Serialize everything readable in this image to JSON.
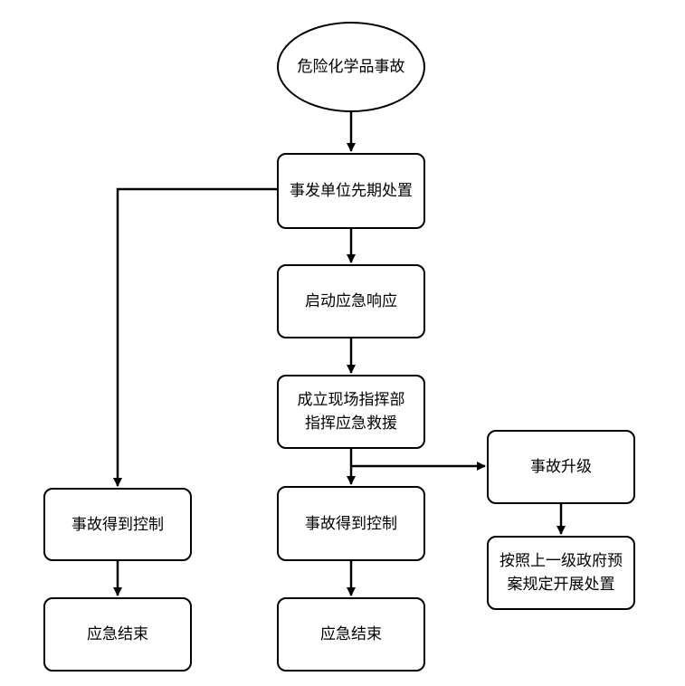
{
  "nodes": {
    "start": "危险化学品事故",
    "initial_response": "事发单位先期处置",
    "launch_response": "启动应急响应",
    "command_line1": "成立现场指挥部",
    "command_line2": "指挥应急救援",
    "upgrade": "事故升级",
    "controlled_left": "事故得到控制",
    "controlled_center": "事故得到控制",
    "gov_plan_line1": "按照上一级政府预",
    "gov_plan_line2": "案规定开展处置",
    "end_left": "应急结束",
    "end_center": "应急结束"
  },
  "colors": {
    "stroke": "#000000",
    "fill": "#ffffff"
  }
}
